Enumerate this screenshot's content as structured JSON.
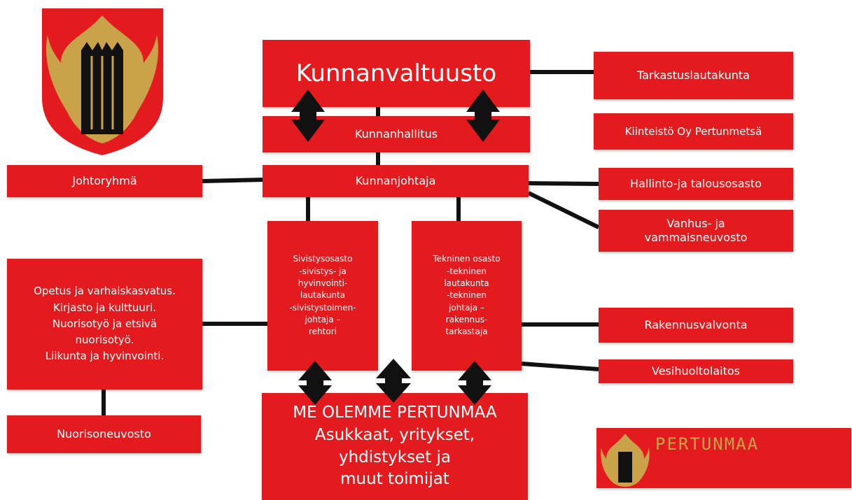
{
  "chart_data": {
    "type": "org-chart",
    "nodes": [
      {
        "id": "kunnanvaltuusto",
        "label": "Kunnanvaltuusto"
      },
      {
        "id": "kunnanhallitus",
        "label": "Kunnanhallitus"
      },
      {
        "id": "kunnanjohtaja",
        "label": "Kunnanjohtaja"
      },
      {
        "id": "tarkastuslautakunta",
        "label": "Tarkastuslautakunta"
      },
      {
        "id": "kiinteisto",
        "label": "Kiinteistö Oy Pertunmetsä"
      },
      {
        "id": "johtoryhma",
        "label": "Johtoryhmä"
      },
      {
        "id": "hallinto",
        "label": "Hallinto-ja talousosasto"
      },
      {
        "id": "vanhus",
        "label": "Vanhus- ja\nvammaisneuvosto"
      },
      {
        "id": "sivistys",
        "label": "Sivistysosasto\n-sivistys- ja\nhyvinvointi-\nlautakunta\n-sivistystoimen-\njohtaja –\nrehtori"
      },
      {
        "id": "tekninen",
        "label": "Tekninen osasto\n-tekninen\nlautakunta\n-tekninen\njohtaja –\nrakennus-\ntarkastaja"
      },
      {
        "id": "opetus",
        "label": "Opetus ja varhaiskasvatus.\nKirjasto ja kulttuuri.\nNuorisotyö ja etsivä\nnuorisotyö.\nLiikunta ja hyvinvointi."
      },
      {
        "id": "nuorisoneuvosto",
        "label": "Nuorisoneuvosto"
      },
      {
        "id": "rakennusvalvonta",
        "label": "Rakennusvalvonta"
      },
      {
        "id": "vesihuolto",
        "label": "Vesihuoltolaitos"
      },
      {
        "id": "me",
        "label": "ME OLEMME PERTUNMAA\nAsukkaat, yritykset,\nyhdistykset  ja\nmuut toimijat"
      }
    ],
    "edges": [
      [
        "kunnanvaltuusto",
        "tarkastuslautakunta"
      ],
      [
        "kunnanvaltuusto",
        "kunnanhallitus"
      ],
      [
        "kunnanhallitus",
        "kunnanjohtaja"
      ],
      [
        "kunnanjohtaja",
        "johtoryhma"
      ],
      [
        "kunnanjohtaja",
        "hallinto"
      ],
      [
        "kunnanjohtaja",
        "vanhus"
      ],
      [
        "kunnanjohtaja",
        "sivistys"
      ],
      [
        "kunnanjohtaja",
        "tekninen"
      ],
      [
        "sivistys",
        "opetus"
      ],
      [
        "opetus",
        "nuorisoneuvosto"
      ],
      [
        "tekninen",
        "rakennusvalvonta"
      ],
      [
        "tekninen",
        "vesihuolto"
      ]
    ],
    "bidirectional_links": [
      [
        "kunnanvaltuusto",
        "kunnanhallitus"
      ],
      [
        "kunnanvaltuusto",
        "kunnanhallitus"
      ],
      [
        "sivistys",
        "me"
      ],
      [
        "kunnanjohtaja",
        "me"
      ],
      [
        "tekninen",
        "me"
      ]
    ]
  },
  "logo": {
    "wordmark": "PERTUNMAA"
  },
  "colors": {
    "box": "#e31b1f",
    "text": "#ffffff",
    "line": "#111111",
    "gold": "#c9a24a"
  }
}
